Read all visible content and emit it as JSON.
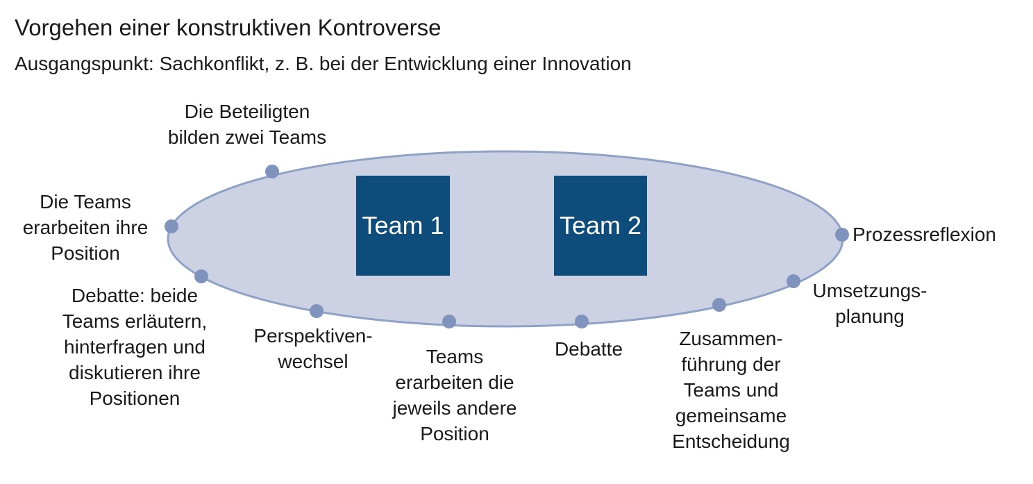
{
  "title": "Vorgehen einer konstruktiven Kontroverse",
  "subtitle": "Ausgangspunkt: Sachkonflikt, z. B. bei der Entwicklung einer Innovation",
  "teams": [
    {
      "label": "Team 1"
    },
    {
      "label": "Team 2"
    }
  ],
  "steps": [
    {
      "label": "Die Beteiligten\nbilden zwei Teams"
    },
    {
      "label": "Die Teams\nerarbeiten ihre\nPosition"
    },
    {
      "label": "Debatte: beide\nTeams erläutern,\nhinterfragen und\ndiskutieren ihre\nPositionen"
    },
    {
      "label": "Perspektiven-\nwechsel"
    },
    {
      "label": "Teams\nerarbeiten die\njeweils andere\nPosition"
    },
    {
      "label": "Debatte"
    },
    {
      "label": "Zusammen-\nführung der\nTeams und\ngemeinsame\nEntscheidung"
    },
    {
      "label": "Umsetzungs-\nplanung"
    },
    {
      "label": "Prozessreflexion"
    }
  ],
  "colors": {
    "background": "#ffffff",
    "text": "#1a1a1a",
    "ellipse_fill": "#ccd2e4",
    "ellipse_stroke": "#8fa1c5",
    "dot": "#8093bd",
    "team_box": "#0e4d7b",
    "team_text": "#ffffff"
  }
}
